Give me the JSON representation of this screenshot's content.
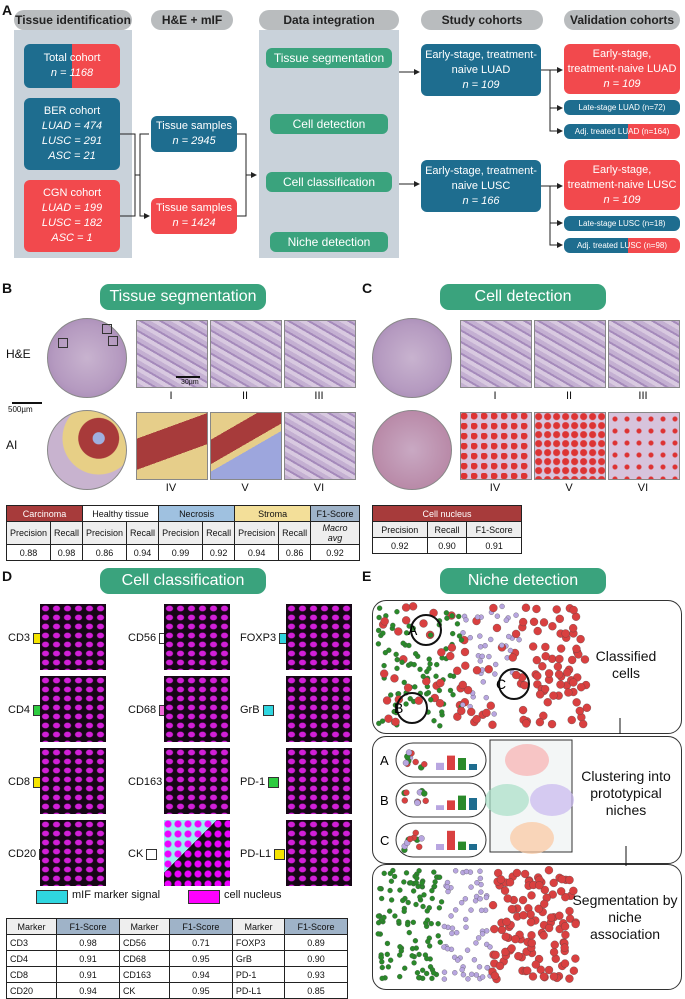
{
  "panelA": {
    "label": "A",
    "headers": [
      "Tissue identification",
      "H&E + mIF",
      "Data integration",
      "Study cohorts",
      "Validation cohorts"
    ],
    "total": {
      "title": "Total cohort",
      "n": "n = 1168"
    },
    "ber": {
      "title": "BER cohort",
      "lines": [
        "LUAD = 474",
        "LUSC = 291",
        "ASC = 21"
      ]
    },
    "cgn": {
      "title": "CGN cohort",
      "lines": [
        "LUAD = 199",
        "LUSC = 182",
        "ASC = 1"
      ]
    },
    "samples1": {
      "title": "Tissue samples",
      "n": "n = 2945"
    },
    "samples2": {
      "title": "Tissue samples",
      "n": "n = 1424"
    },
    "integration": [
      "Tissue segmentation",
      "Cell detection",
      "Cell classification",
      "Niche detection"
    ],
    "study1": {
      "title": "Early-stage, treatment-naive LUAD",
      "n": "n = 109"
    },
    "study2": {
      "title": "Early-stage, treatment-naive LUSC",
      "n": "n = 166"
    },
    "val1": {
      "title": "Early-stage, treatment-naive LUAD",
      "n": "n = 109"
    },
    "val1a": "Late-stage LUAD (n=72)",
    "val1b": "Adj. treated LUAD (n=164)",
    "val2": {
      "title": "Early-stage, treatment-naive LUSC",
      "n": "n = 109"
    },
    "val2a": "Late-stage LUSC (n=18)",
    "val2b": "Adj. treated LUSC (n=98)"
  },
  "panelB": {
    "label": "B",
    "title": "Tissue segmentation",
    "rowHE": "H&E",
    "rowAI": "AI",
    "scale": "500µm",
    "scale2": "30µm",
    "romansTop": [
      "I",
      "II",
      "III"
    ],
    "romansBot": [
      "IV",
      "V",
      "VI"
    ],
    "table": {
      "groups": [
        "Carcinoma",
        "Healthy tissue",
        "Necrosis",
        "Stroma",
        "F1-Score"
      ],
      "sub": [
        "Precision",
        "Recall",
        "Precision",
        "Recall",
        "Precision",
        "Recall",
        "Precision",
        "Recall",
        "Macro avg"
      ],
      "vals": [
        "0.88",
        "0.98",
        "0.86",
        "0.94",
        "0.99",
        "0.92",
        "0.94",
        "0.86",
        "0.92"
      ]
    }
  },
  "panelC": {
    "label": "C",
    "title": "Cell detection",
    "romansTop": [
      "I",
      "II",
      "III"
    ],
    "romansBot": [
      "IV",
      "V",
      "VI"
    ],
    "table": {
      "group": "Cell nucleus",
      "sub": [
        "Precision",
        "Recall",
        "F1-Score"
      ],
      "vals": [
        "0.92",
        "0.90",
        "0.91"
      ]
    }
  },
  "panelD": {
    "label": "D",
    "title": "Cell classification",
    "markers": [
      [
        "CD3",
        "CD56",
        "FOXP3"
      ],
      [
        "CD4",
        "CD68",
        "GrB"
      ],
      [
        "CD8",
        "CD163",
        "PD-1"
      ],
      [
        "CD20",
        "CK",
        "PD-L1"
      ]
    ],
    "legend": [
      "mIF marker signal",
      "cell nucleus"
    ],
    "table": {
      "head": [
        "Marker",
        "F1-Score",
        "Marker",
        "F1-Score",
        "Marker",
        "F1-Score"
      ],
      "rows": [
        [
          "CD3",
          "0.98",
          "CD56",
          "0.71",
          "FOXP3",
          "0.89"
        ],
        [
          "CD4",
          "0.91",
          "CD68",
          "0.95",
          "GrB",
          "0.90"
        ],
        [
          "CD8",
          "0.91",
          "CD163",
          "0.94",
          "PD-1",
          "0.93"
        ],
        [
          "CD20",
          "0.94",
          "CK",
          "0.95",
          "PD-L1",
          "0.85"
        ]
      ]
    },
    "colors": {
      "yellow": "#f5e400",
      "green": "#2ecc40",
      "pink": "#f06ad8",
      "white": "#ffffff",
      "cyan": "#2fd6e0"
    }
  },
  "panelE": {
    "label": "E",
    "title": "Niche detection",
    "step1": "Classified cells",
    "step2": "Clustering into prototypical niches",
    "step3": "Segmentation by niche association",
    "letters": [
      "A",
      "B",
      "C"
    ]
  }
}
